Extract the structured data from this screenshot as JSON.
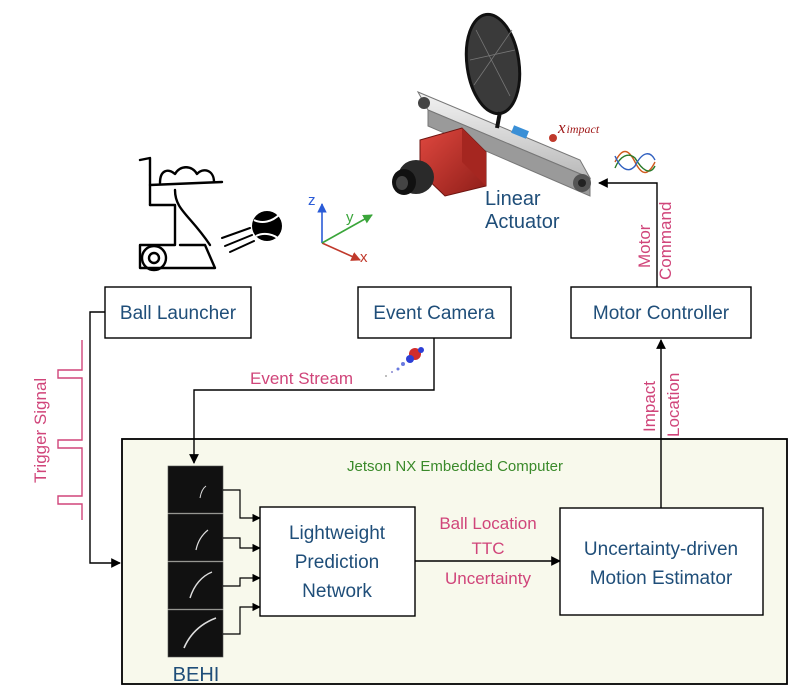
{
  "boxes": {
    "ball_launcher": "Ball Launcher",
    "event_camera": "Event Camera",
    "motor_controller": "Motor Controller",
    "network_line1": "Lightweight",
    "network_line2": "Prediction",
    "network_line3": "Network",
    "estimator_line1": "Uncertainty-driven",
    "estimator_line2": "Motion Estimator"
  },
  "container_title": "Jetson NX Embedded Computer",
  "signals": {
    "trigger": "Trigger Signal",
    "event_stream": "Event Stream",
    "motor_line1": "Motor",
    "motor_line2": "Command",
    "impact_line1": "Impact",
    "impact_line2": "Location",
    "ball_location": "Ball Location",
    "ttc": "TTC",
    "uncertainty": "Uncertainty"
  },
  "labels": {
    "actuator_line1": "Linear",
    "actuator_line2": "Actuator",
    "behi": "BEHI",
    "x_impact_base": "x",
    "x_impact_sub": "impact",
    "axis_x": "x",
    "axis_y": "y",
    "axis_z": "z"
  }
}
